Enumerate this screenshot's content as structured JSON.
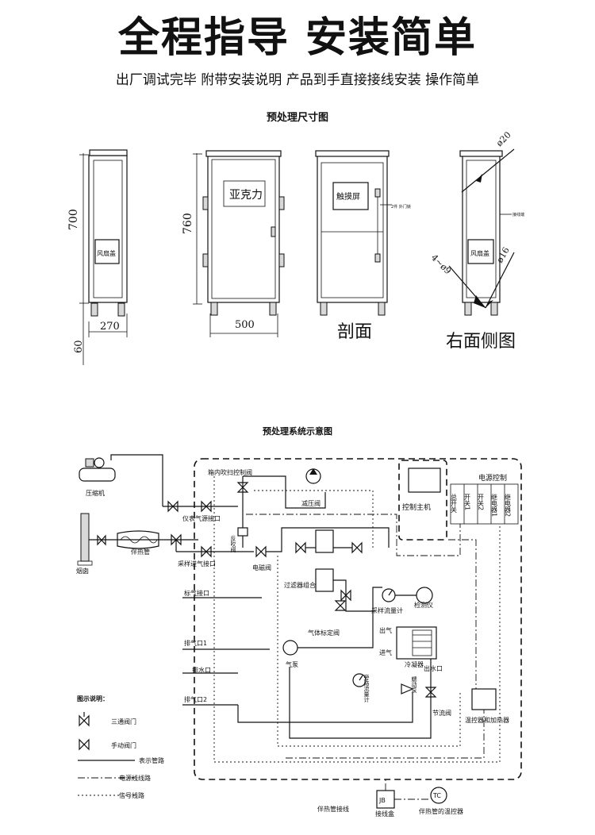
{
  "header": {
    "title": "全程指导 安装简单",
    "subtitle": "出厂调试完毕 附带安装说明 产品到手直接接线安装 操作简单"
  },
  "dimension_section": {
    "heading": "预处理尺寸图",
    "dims": {
      "height_700": "700",
      "width_270": "270",
      "feet_60": "60",
      "height_760": "760",
      "width_500": "500"
    },
    "door_label": "亚克力",
    "fan_label": "风扇盖",
    "touch_label": "触摸屏",
    "door_lock_label": "2件 外门锁",
    "side_tag_label": "接线端",
    "pipe_labels": {
      "d20": "ø20",
      "d16": "ø16",
      "d9": "4~ø9"
    },
    "section_label": "剖面",
    "right_side_label": "右面侧图"
  },
  "system_section": {
    "heading": "预处理系统示意图",
    "labels": {
      "compressor": "压缩机",
      "instrument_air": "仪表气源接口",
      "chimney": "烟囱",
      "heat_pipe": "伴热管",
      "sample_inlet": "采样进气接口",
      "standard_gas": "标气接口",
      "exhaust1": "排气口1",
      "water": "排水口",
      "exhaust2": "排气口2",
      "purge_valve": "箱内吹扫控制阀",
      "pressure_reducer": "减压阀",
      "blowback": "反吹阀",
      "solenoid": "电磁阀",
      "filter": "过滤器组合",
      "cal_valve": "气体标定阀",
      "gas_pump": "气泵",
      "sample_flow": "采样流量计",
      "analyzer": "检测仪",
      "gas_out": "出气",
      "gas_in": "进气",
      "condenser": "冷凝器",
      "water_out": "出水口",
      "bypass_flow": "旁路流量计",
      "peristaltic": "蠕动泵",
      "throttle": "节流阀",
      "controller": "控制主机",
      "temp_heater": "温控器和加热器",
      "power_control": "电源控制",
      "jb": "JB",
      "junction_box": "接线盒",
      "tc": "TC",
      "heat_pipe_wiring": "伴热管接线",
      "heat_pipe_temp": "伴热管的温控器"
    },
    "power_columns": [
      "总开关",
      "开关1",
      "开关2",
      "继电器1",
      "继电器2"
    ],
    "legend": {
      "title": "图示说明：",
      "items": [
        "三通阀门",
        "手动阀门",
        "表示管路",
        "电源线线路",
        "信号线路"
      ]
    }
  }
}
